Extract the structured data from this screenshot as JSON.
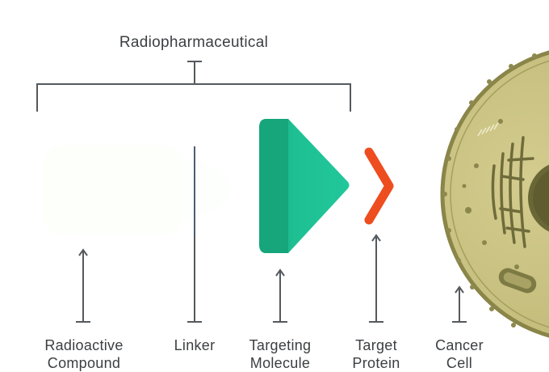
{
  "diagram": {
    "title": "Radiopharmaceutical",
    "labels": {
      "radioactive_line1": "Radioactive",
      "radioactive_line2": "Compound",
      "linker": "Linker",
      "targeting_line1": "Targeting",
      "targeting_line2": "Molecule",
      "target_line1": "Target",
      "target_line2": "Protein",
      "cancer_line1": "Cancer",
      "cancer_line2": "Cell"
    },
    "colors": {
      "line": "#55595d",
      "text": "#3c3f42",
      "targeting_molecule": "#1fbf93",
      "targeting_molecule_dark": "#13a27a",
      "target_protein": "#ee4d1f",
      "target_protein_stem": "#cf2430",
      "cell_fill": "#c9c282",
      "cell_edge": "#8e8a4f",
      "nucleus": "#6c6938"
    }
  }
}
